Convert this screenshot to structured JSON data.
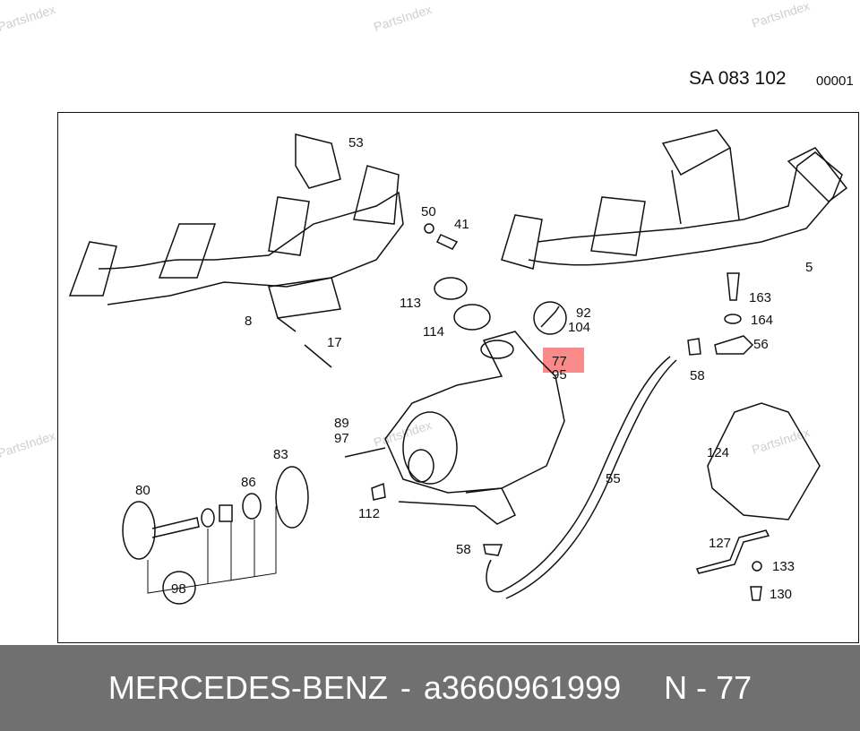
{
  "watermark": "PartsIndex",
  "header": {
    "diagram_code": "SA 083 102",
    "sequence": "00001"
  },
  "highlight_color": "#f98a8a",
  "callouts": {
    "c53": "53",
    "c50": "50",
    "c41": "41",
    "c113": "113",
    "c114": "114",
    "c92": "92",
    "c104": "104",
    "c77": "77",
    "c95": "95",
    "c8": "8",
    "c17": "17",
    "c163": "163",
    "c164": "164",
    "c56": "56",
    "c58a": "58",
    "c5": "5",
    "c55": "55",
    "c89": "89",
    "c97": "97",
    "c112": "112",
    "c80": "80",
    "c83": "83",
    "c86": "86",
    "c98": "98",
    "c124": "124",
    "c127": "127",
    "c133": "133",
    "c130": "130",
    "c58b": "58"
  },
  "footer": {
    "brand": "MERCEDES-BENZ",
    "separator": "-",
    "part_number": "a3660961999",
    "position": "N - 77"
  }
}
